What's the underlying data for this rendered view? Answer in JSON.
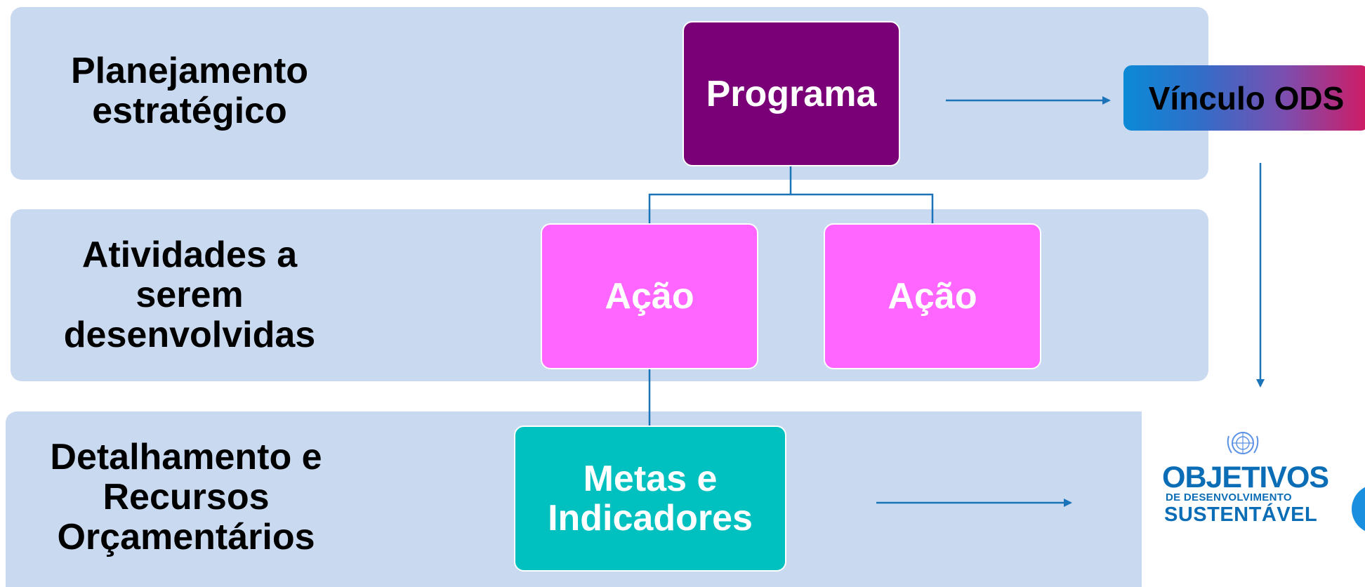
{
  "rows": [
    {
      "label": "Planejamento\nestratégico"
    },
    {
      "label": "Atividades a\nserem\ndesenvolvidas"
    },
    {
      "label": "Detalhamento e\nRecursos\nOrçamentários"
    }
  ],
  "boxes": {
    "programa": "Programa",
    "acao_1": "Ação",
    "acao_2": "Ação",
    "metas": "Metas e\nIndicadores"
  },
  "ods_link": "Vínculo ODS",
  "sdg_logo": {
    "line1": "OBJETIVOS",
    "line2": "DE DESENVOLVIMENTO",
    "line3": "SUSTENTÁVEL"
  },
  "colors": {
    "band": "#c9daf0",
    "programa": "#7a0077",
    "acao": "#ff66ff",
    "metas": "#00c0c0",
    "connector": "#1b74b8",
    "ods_gradient": [
      "#0b8ad6",
      "#7a4fb0",
      "#d21a63"
    ]
  }
}
